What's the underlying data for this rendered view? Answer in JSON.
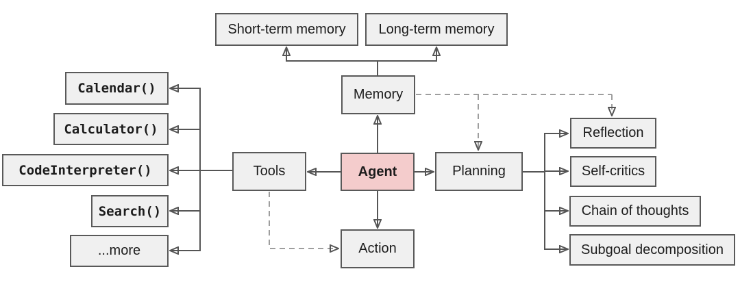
{
  "nodes": {
    "short_term_memory": {
      "label": "Short-term memory"
    },
    "long_term_memory": {
      "label": "Long-term memory"
    },
    "memory": {
      "label": "Memory"
    },
    "agent": {
      "label": "Agent"
    },
    "tools": {
      "label": "Tools"
    },
    "planning": {
      "label": "Planning"
    },
    "action": {
      "label": "Action"
    },
    "calendar": {
      "label": "Calendar()"
    },
    "calculator": {
      "label": "Calculator()"
    },
    "code_interpreter": {
      "label": "CodeInterpreter()"
    },
    "search": {
      "label": "Search()"
    },
    "more": {
      "label": "...more"
    },
    "reflection": {
      "label": "Reflection"
    },
    "self_critics": {
      "label": "Self-critics"
    },
    "chain_of_thoughts": {
      "label": "Chain of thoughts"
    },
    "subgoal_decomposition": {
      "label": "Subgoal decomposition"
    }
  },
  "edges": [
    {
      "from": "agent",
      "to": "memory",
      "style": "solid"
    },
    {
      "from": "agent",
      "to": "tools",
      "style": "solid"
    },
    {
      "from": "agent",
      "to": "planning",
      "style": "solid"
    },
    {
      "from": "agent",
      "to": "action",
      "style": "solid"
    },
    {
      "from": "memory",
      "to": "short_term_memory",
      "style": "solid"
    },
    {
      "from": "memory",
      "to": "long_term_memory",
      "style": "solid"
    },
    {
      "from": "tools",
      "to": "calendar",
      "style": "solid"
    },
    {
      "from": "tools",
      "to": "calculator",
      "style": "solid"
    },
    {
      "from": "tools",
      "to": "code_interpreter",
      "style": "solid"
    },
    {
      "from": "tools",
      "to": "search",
      "style": "solid"
    },
    {
      "from": "tools",
      "to": "more",
      "style": "solid"
    },
    {
      "from": "planning",
      "to": "reflection",
      "style": "solid"
    },
    {
      "from": "planning",
      "to": "self_critics",
      "style": "solid"
    },
    {
      "from": "planning",
      "to": "chain_of_thoughts",
      "style": "solid"
    },
    {
      "from": "planning",
      "to": "subgoal_decomposition",
      "style": "solid"
    },
    {
      "from": "memory",
      "to": "planning",
      "style": "dashed"
    },
    {
      "from": "memory",
      "to": "reflection",
      "style": "dashed"
    },
    {
      "from": "tools",
      "to": "action",
      "style": "dashed"
    }
  ],
  "colors": {
    "agent_fill": "#f4cccc",
    "node_fill": "#f0f0f0",
    "node_border": "#595959",
    "solid_arrow": "#555555",
    "dashed_arrow": "#9e9e9e",
    "background": "#ffffff",
    "text": "#1c1c1c"
  }
}
